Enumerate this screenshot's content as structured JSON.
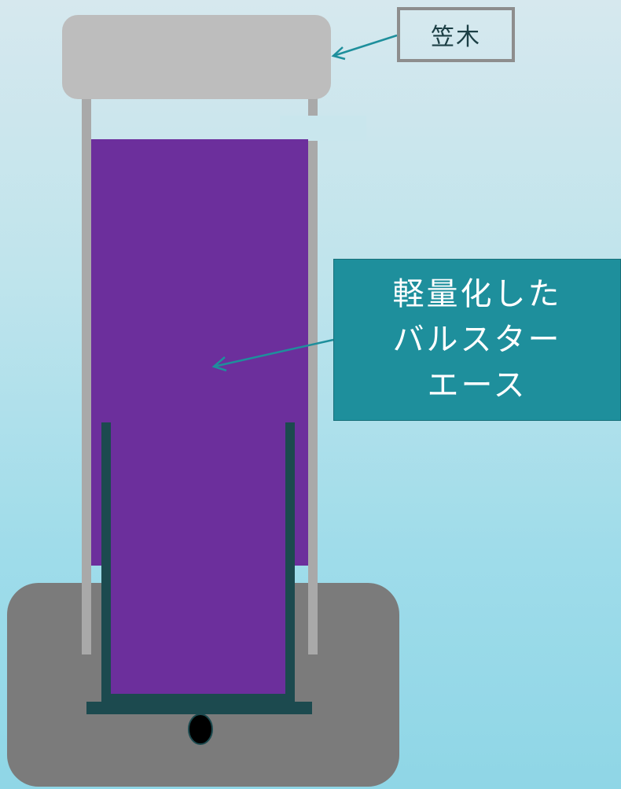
{
  "labels": {
    "kasagi": "笠木",
    "baluster": {
      "line1": "軽量化した",
      "line2": "バルスター",
      "line3": "エース"
    }
  },
  "colors": {
    "background_top": "#d6e8ee",
    "background_bottom": "#8fd6e6",
    "kasagi_cap": "#bdbdbd",
    "post": "#a9a9a9",
    "baluster_panel": "#6c2f9c",
    "bracket": "#1c4a4f",
    "base_block": "#7b7b7b",
    "label_box": "#1e8f9c",
    "arrow": "#1e8f9c"
  }
}
